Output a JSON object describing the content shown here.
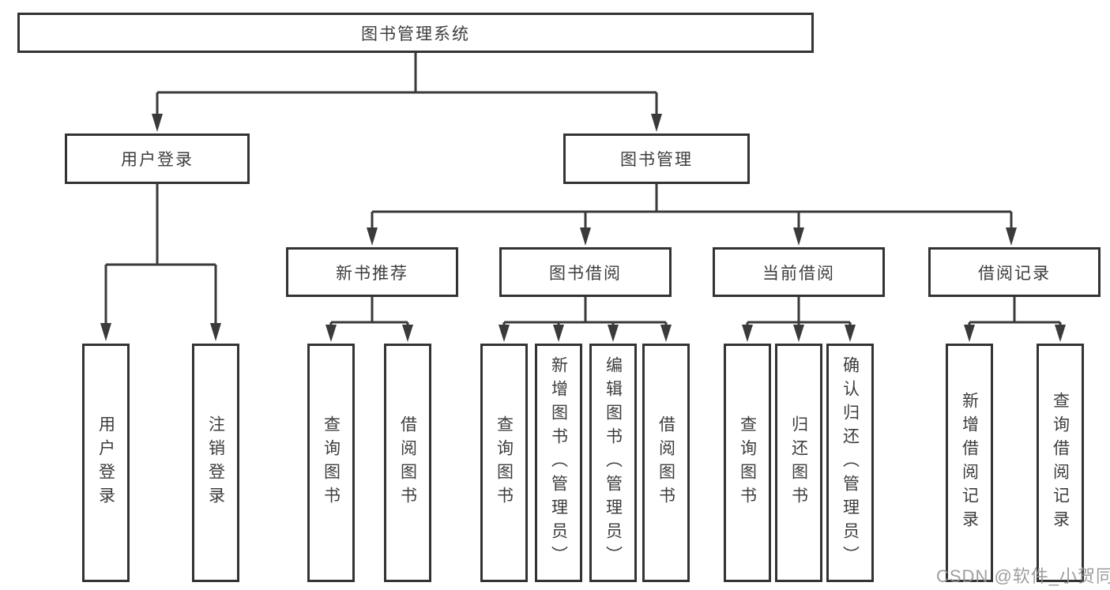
{
  "diagram": {
    "root": {
      "label": "图书管理系统"
    },
    "level1": [
      {
        "label": "用户登录"
      },
      {
        "label": "图书管理"
      }
    ],
    "level2": [
      {
        "label": "新书推荐"
      },
      {
        "label": "图书借阅"
      },
      {
        "label": "当前借阅"
      },
      {
        "label": "借阅记录"
      }
    ],
    "leaves": [
      [
        "用户登录",
        "注销登录"
      ],
      [
        "查询图书",
        "借阅图书"
      ],
      [
        "查询图书",
        "新增图书（管理员）",
        "编辑图书（管理员）",
        "借阅图书"
      ],
      [
        "查询图书",
        "归还图书",
        "确认归还（管理员）"
      ],
      [
        "新增借阅记录",
        "查询借阅记录"
      ]
    ]
  },
  "watermark": {
    "text": "CSDN @软件_小贺同学"
  },
  "colors": {
    "line": "#3a3a3a",
    "box_border": "#333333",
    "text": "#3d3d3d",
    "watermark": "#949498",
    "background": "#ffffff"
  }
}
